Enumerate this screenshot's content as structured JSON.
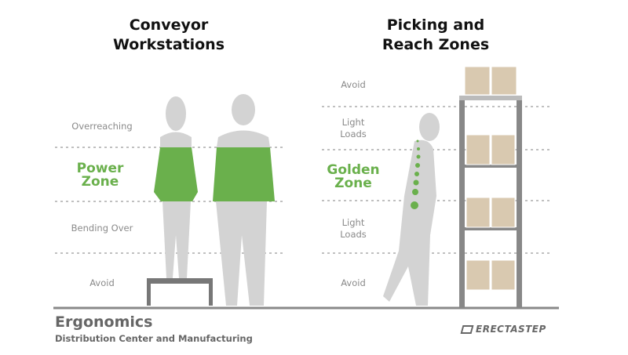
{
  "left_panel": {
    "title_line1": "Conveyor",
    "title_line2": "Workstations",
    "zones": {
      "overreaching": "Overreaching",
      "power_line1": "Power",
      "power_line2": "Zone",
      "bending": "Bending Over",
      "avoid": "Avoid"
    }
  },
  "right_panel": {
    "title_line1": "Picking and",
    "title_line2": "Reach Zones",
    "zones": {
      "avoid_top": "Avoid",
      "light_top_line1": "Light",
      "light_top_line2": "Loads",
      "golden_line1": "Golden",
      "golden_line2": "Zone",
      "light_bottom_line1": "Light",
      "light_bottom_line2": "Loads",
      "avoid_bottom": "Avoid"
    }
  },
  "footer": {
    "title": "Ergonomics",
    "subtitle": "Distribution Center and Manufacturing",
    "brand": "ERECTASTEP"
  },
  "colors": {
    "zone_green": "#6ab04c",
    "silhouette": "#d3d3d3",
    "text_gray": "#8a8a8a",
    "box": "#d9c9b0"
  }
}
